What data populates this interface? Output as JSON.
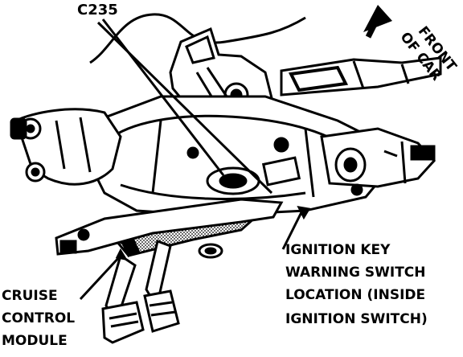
{
  "labels": {
    "connector": "C235",
    "front_line_1": "FRONT",
    "front_line_2": "OF CAR",
    "cruise_module_line_1": "CRUISE",
    "cruise_module_line_2": "CONTROL",
    "cruise_module_line_3": "MODULE",
    "ignition_line_1": "IGNITION KEY",
    "ignition_line_2": "WARNING SWITCH",
    "ignition_line_3": "LOCATION (INSIDE",
    "ignition_line_4": "IGNITION SWITCH)"
  },
  "colors": {
    "ink": "#000000",
    "paper": "#ffffff",
    "stipple": "#9a9a9a"
  }
}
